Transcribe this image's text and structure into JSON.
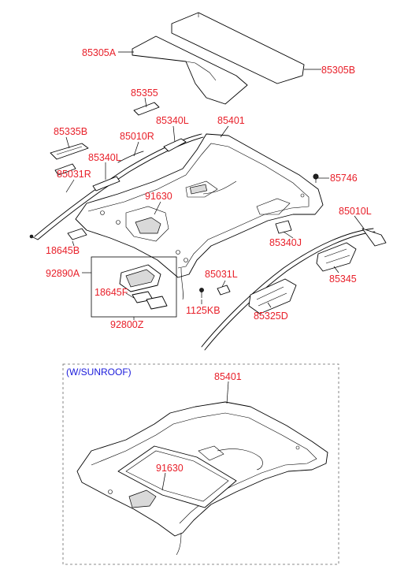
{
  "colors": {
    "part_label": "#e8202a",
    "section_label": "#1a1adb",
    "line": "#000000",
    "background": "#ffffff"
  },
  "section": {
    "title": "(W/SUNROOF)"
  },
  "parts": {
    "p85305A": "85305A",
    "p85305B": "85305B",
    "p85355": "85355",
    "p85335B": "85335B",
    "p85340L_top": "85340L",
    "p85401_top": "85401",
    "p85010R": "85010R",
    "p85340L_mid": "85340L",
    "p85746": "85746",
    "p85031R": "85031R",
    "p91630_top": "91630",
    "p85010L": "85010L",
    "p18645B": "18645B",
    "p85340J": "85340J",
    "p92890A": "92890A",
    "p85345": "85345",
    "p18645F": "18645F",
    "p85031L": "85031L",
    "p1125KB": "1125KB",
    "p85325D": "85325D",
    "p92800Z": "92800Z",
    "p85401_sun": "85401",
    "p91630_sun": "91630"
  }
}
